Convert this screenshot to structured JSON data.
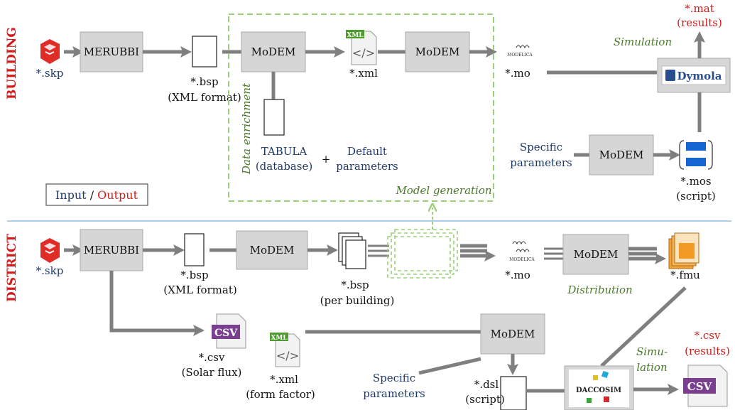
{
  "sections": {
    "building": "BUILDING",
    "district": "DISTRICT"
  },
  "legend": {
    "input": "Input",
    "sep": "/",
    "output": "Output"
  },
  "building": {
    "skp": "*.skp",
    "merubbi": "MERUBBI",
    "bsp": "*.bsp",
    "bsp_note": "(XML format)",
    "modem1": "MoDEM",
    "xml": "*.xml",
    "modem2": "MoDEM",
    "mo": "*.mo",
    "data_enrichment": "Data enrichment",
    "tabula": "TABULA",
    "tabula_note": "(database)",
    "plus": "+",
    "default1": "Default",
    "default2": "parameters",
    "model_generation": "Model generation",
    "mat": "*.mat",
    "mat_note": "(results)",
    "simulation": "Simulation",
    "dymola": "Dymola",
    "specific1": "Specific",
    "specific2": "parameters",
    "modem3": "MoDEM",
    "mos": "*.mos",
    "mos_note": "(script)"
  },
  "district": {
    "skp": "*.skp",
    "merubbi": "MERUBBI",
    "bsp": "*.bsp",
    "bsp_note": "(XML format)",
    "modem1": "MoDEM",
    "bsp2": "*.bsp",
    "bsp2_note": "(per building)",
    "mo": "*.mo",
    "modem2": "MoDEM",
    "distribution": "Distribution",
    "fmu": "*.fmu",
    "csv": "*.csv",
    "csv_note": "(Solar flux)",
    "xml": "*.xml",
    "xml_note": "(form factor)",
    "modem3": "MoDEM",
    "specific1": "Specific",
    "specific2": "parameters",
    "dsl": "*.dsl",
    "dsl_note": "(script)",
    "simu1": "Simu-",
    "simu2": "lation",
    "csv_out": "*.csv",
    "csv_out_note": "(results)"
  },
  "icons": {
    "csv_badge": "CSV",
    "xml_badge": "XML",
    "modelica": "MODELICA",
    "daccosim_lbl": "DACCOSIM"
  },
  "colors": {
    "input": "#1f3a68",
    "output": "#d21c1c",
    "green": "#4a7a2a",
    "arrow": "#7f7f7f",
    "process": "#d6d6d6",
    "divider": "#5b9bd5",
    "dashed": "#9bd07a"
  }
}
